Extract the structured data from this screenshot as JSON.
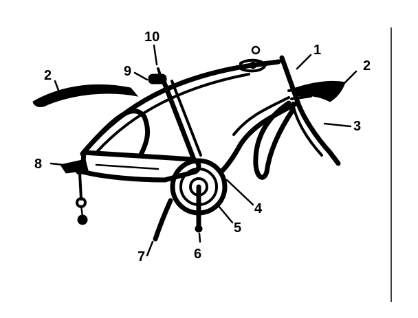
{
  "callouts": [
    {
      "id": "1",
      "text": "1"
    },
    {
      "id": "2a",
      "text": "2"
    },
    {
      "id": "2b",
      "text": "2"
    },
    {
      "id": "3",
      "text": "3"
    },
    {
      "id": "4",
      "text": "4"
    },
    {
      "id": "5",
      "text": "5"
    },
    {
      "id": "6",
      "text": "6"
    },
    {
      "id": "7",
      "text": "7"
    },
    {
      "id": "8",
      "text": "8"
    },
    {
      "id": "9",
      "text": "9"
    },
    {
      "id": "10",
      "text": "10"
    }
  ]
}
